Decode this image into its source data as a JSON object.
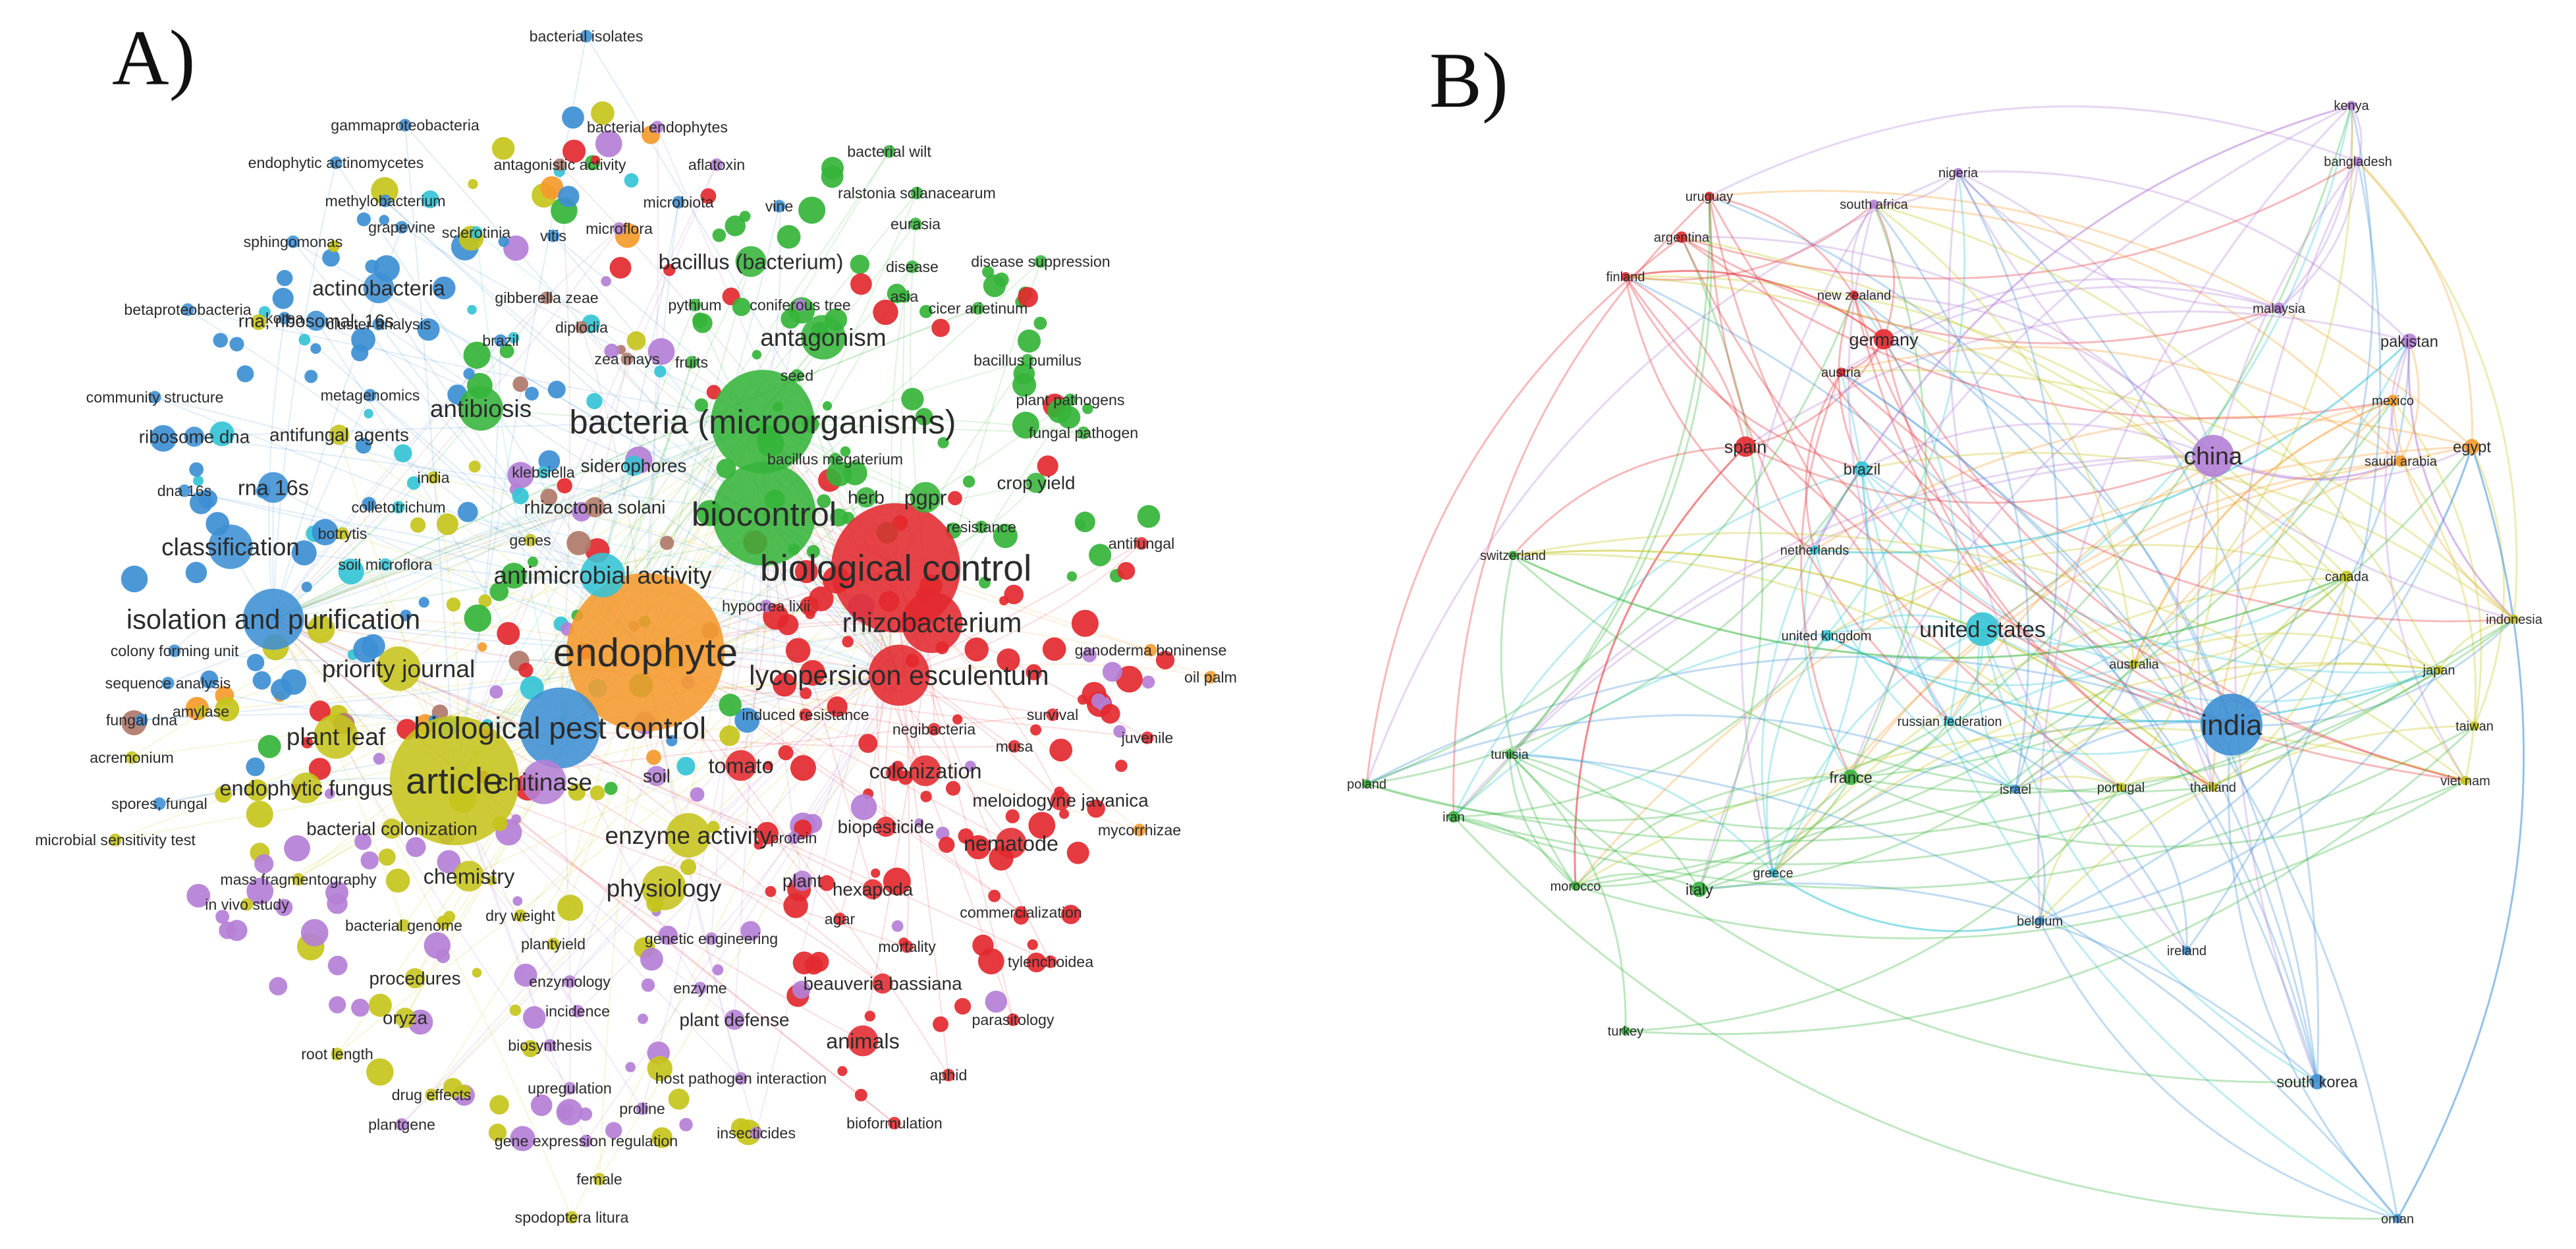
{
  "panel_a": {
    "label": "A)",
    "palette": {
      "red": "#e3292f",
      "green": "#35b43a",
      "blue": "#3d8fd4",
      "yellow": "#c5c41b",
      "purple": "#b47fd6",
      "cyan": "#35c4d6",
      "orange": "#f59a2c",
      "brown": "#b07a6a"
    },
    "nodes": [
      {
        "label": "endophyte",
        "color": "orange",
        "weight": 10
      },
      {
        "label": "biological control",
        "color": "red",
        "weight": 9
      },
      {
        "label": "biocontrol",
        "color": "green",
        "weight": 8
      },
      {
        "label": "bacteria (microorganisms)",
        "color": "green",
        "weight": 8
      },
      {
        "label": "article",
        "color": "yellow",
        "weight": 9
      },
      {
        "label": "biological pest control",
        "color": "blue",
        "weight": 7
      },
      {
        "label": "rhizobacterium",
        "color": "red",
        "weight": 6
      },
      {
        "label": "lycopersicon esculentum",
        "color": "red",
        "weight": 6
      },
      {
        "label": "isolation and purification",
        "color": "blue",
        "weight": 6
      },
      {
        "label": "classification",
        "color": "blue",
        "weight": 5
      },
      {
        "label": "priority journal",
        "color": "yellow",
        "weight": 5
      },
      {
        "label": "physiology",
        "color": "yellow",
        "weight": 5
      },
      {
        "label": "enzyme activity",
        "color": "yellow",
        "weight": 5
      },
      {
        "label": "antagonism",
        "color": "green",
        "weight": 5
      },
      {
        "label": "antibiosis",
        "color": "green",
        "weight": 5
      },
      {
        "label": "antimicrobial activity",
        "color": "cyan",
        "weight": 5
      },
      {
        "label": "plant leaf",
        "color": "yellow",
        "weight": 5
      },
      {
        "label": "chitinase",
        "color": "purple",
        "weight": 5
      },
      {
        "label": "tomato",
        "color": "red",
        "weight": 4
      },
      {
        "label": "colonization",
        "color": "red",
        "weight": 4
      },
      {
        "label": "rna 16s",
        "color": "blue",
        "weight": 4
      },
      {
        "label": "pgpr",
        "color": "green",
        "weight": 4
      },
      {
        "label": "chemistry",
        "color": "yellow",
        "weight": 4
      },
      {
        "label": "endophytic fungus",
        "color": "yellow",
        "weight": 4
      },
      {
        "label": "nematode",
        "color": "red",
        "weight": 4
      },
      {
        "label": "animals",
        "color": "red",
        "weight": 4
      },
      {
        "label": "hexapoda",
        "color": "red",
        "weight": 3
      },
      {
        "label": "actinobacteria",
        "color": "blue",
        "weight": 4
      },
      {
        "label": "bacillus (bacterium)",
        "color": "green",
        "weight": 4
      },
      {
        "label": "meloidogyne javanica",
        "color": "red",
        "weight": 3
      },
      {
        "label": "biopesticide",
        "color": "red",
        "weight": 3
      },
      {
        "label": "rna, ribosomal, 16s",
        "color": "blue",
        "weight": 3
      },
      {
        "label": "ribosome dna",
        "color": "blue",
        "weight": 3
      },
      {
        "label": "siderophores",
        "color": "cyan",
        "weight": 3
      },
      {
        "label": "rhizoctonia solani",
        "color": "brown",
        "weight": 3
      },
      {
        "label": "herb",
        "color": "green",
        "weight": 3
      },
      {
        "label": "crop yield",
        "color": "green",
        "weight": 3
      },
      {
        "label": "plant defense",
        "color": "purple",
        "weight": 3
      },
      {
        "label": "beauveria bassiana",
        "color": "red",
        "weight": 3
      },
      {
        "label": "bacterial colonization",
        "color": "yellow",
        "weight": 3
      },
      {
        "label": "antifungal agents",
        "color": "yellow",
        "weight": 3
      },
      {
        "label": "soil",
        "color": "purple",
        "weight": 3
      },
      {
        "label": "oryza",
        "color": "yellow",
        "weight": 3
      },
      {
        "label": "procedures",
        "color": "yellow",
        "weight": 3
      },
      {
        "label": "plant",
        "color": "purple",
        "weight": 3
      },
      {
        "label": "biosynthesis",
        "color": "purple",
        "weight": 2
      },
      {
        "label": "enzymology",
        "color": "purple",
        "weight": 2
      },
      {
        "label": "drug effects",
        "color": "yellow",
        "weight": 2
      },
      {
        "label": "gene expression regulation",
        "color": "purple",
        "weight": 2
      },
      {
        "label": "bacterial genome",
        "color": "yellow",
        "weight": 2
      },
      {
        "label": "dry weight",
        "color": "yellow",
        "weight": 2
      },
      {
        "label": "genetic engineering",
        "color": "purple",
        "weight": 2
      },
      {
        "label": "mortality",
        "color": "red",
        "weight": 2
      },
      {
        "label": "commercialization",
        "color": "red",
        "weight": 2
      },
      {
        "label": "tylenchoidea",
        "color": "red",
        "weight": 2
      },
      {
        "label": "parasitology",
        "color": "red",
        "weight": 2
      },
      {
        "label": "aphid",
        "color": "red",
        "weight": 2
      },
      {
        "label": "bioformulation",
        "color": "red",
        "weight": 2
      },
      {
        "label": "insecticides",
        "color": "purple",
        "weight": 2
      },
      {
        "label": "host pathogen interaction",
        "color": "purple",
        "weight": 2
      },
      {
        "label": "upregulation",
        "color": "purple",
        "weight": 2
      },
      {
        "label": "female",
        "color": "yellow",
        "weight": 2
      },
      {
        "label": "spodoptera litura",
        "color": "yellow",
        "weight": 2
      },
      {
        "label": "plantgene",
        "color": "purple",
        "weight": 2
      },
      {
        "label": "proline",
        "color": "purple",
        "weight": 2
      },
      {
        "label": "root length",
        "color": "yellow",
        "weight": 2
      },
      {
        "label": "incidence",
        "color": "purple",
        "weight": 2
      },
      {
        "label": "enzyme",
        "color": "purple",
        "weight": 2
      },
      {
        "label": "plantyield",
        "color": "yellow",
        "weight": 2
      },
      {
        "label": "in vivo study",
        "color": "yellow",
        "weight": 2
      },
      {
        "label": "mass fragmentography",
        "color": "yellow",
        "weight": 2
      },
      {
        "label": "microbial sensitivity test",
        "color": "yellow",
        "weight": 2
      },
      {
        "label": "spores, fungal",
        "color": "blue",
        "weight": 2
      },
      {
        "label": "acremonium",
        "color": "yellow",
        "weight": 2
      },
      {
        "label": "fungal dna",
        "color": "blue",
        "weight": 2
      },
      {
        "label": "amylase",
        "color": "yellow",
        "weight": 2
      },
      {
        "label": "sequence analysis",
        "color": "blue",
        "weight": 2
      },
      {
        "label": "colony forming unit",
        "color": "blue",
        "weight": 2
      },
      {
        "label": "dna 16s",
        "color": "blue",
        "weight": 2
      },
      {
        "label": "community structure",
        "color": "blue",
        "weight": 2
      },
      {
        "label": "betaproteobacteria",
        "color": "blue",
        "weight": 2
      },
      {
        "label": "korea",
        "color": "blue",
        "weight": 2
      },
      {
        "label": "cluster analysis",
        "color": "blue",
        "weight": 2
      },
      {
        "label": "sphingomonas",
        "color": "blue",
        "weight": 2
      },
      {
        "label": "grapevine",
        "color": "blue",
        "weight": 2
      },
      {
        "label": "methylobacterium",
        "color": "blue",
        "weight": 2
      },
      {
        "label": "endophytic actinomycetes",
        "color": "blue",
        "weight": 2
      },
      {
        "label": "gammaproteobacteria",
        "color": "blue",
        "weight": 2
      },
      {
        "label": "bacterial isolates",
        "color": "blue",
        "weight": 2
      },
      {
        "label": "bacterial endophytes",
        "color": "purple",
        "weight": 2
      },
      {
        "label": "antagonistic activity",
        "color": "brown",
        "weight": 2
      },
      {
        "label": "aflatoxin",
        "color": "purple",
        "weight": 2
      },
      {
        "label": "microbiota",
        "color": "blue",
        "weight": 2
      },
      {
        "label": "bacterial wilt",
        "color": "green",
        "weight": 2
      },
      {
        "label": "ralstonia solanacearum",
        "color": "green",
        "weight": 2
      },
      {
        "label": "vine",
        "color": "blue",
        "weight": 2
      },
      {
        "label": "sclerotinia",
        "color": "cyan",
        "weight": 2
      },
      {
        "label": "vitis",
        "color": "blue",
        "weight": 2
      },
      {
        "label": "microflora",
        "color": "purple",
        "weight": 2
      },
      {
        "label": "eurasia",
        "color": "green",
        "weight": 2
      },
      {
        "label": "disease",
        "color": "green",
        "weight": 2
      },
      {
        "label": "disease suppression",
        "color": "green",
        "weight": 2
      },
      {
        "label": "asia",
        "color": "green",
        "weight": 2
      },
      {
        "label": "cicer arietinum",
        "color": "green",
        "weight": 2
      },
      {
        "label": "gibberella zeae",
        "color": "brown",
        "weight": 2
      },
      {
        "label": "pythium",
        "color": "green",
        "weight": 2
      },
      {
        "label": "coniferous tree",
        "color": "purple",
        "weight": 2
      },
      {
        "label": "diplodia",
        "color": "brown",
        "weight": 2
      },
      {
        "label": "brazil",
        "color": "blue",
        "weight": 2
      },
      {
        "label": "zea mays",
        "color": "brown",
        "weight": 2
      },
      {
        "label": "fruits",
        "color": "green",
        "weight": 2
      },
      {
        "label": "bacillus pumilus",
        "color": "green",
        "weight": 2
      },
      {
        "label": "seed",
        "color": "green",
        "weight": 2
      },
      {
        "label": "plant pathogens",
        "color": "green",
        "weight": 2
      },
      {
        "label": "fungal pathogen",
        "color": "green",
        "weight": 2
      },
      {
        "label": "metagenomics",
        "color": "blue",
        "weight": 2
      },
      {
        "label": "bacillus megaterium",
        "color": "green",
        "weight": 2
      },
      {
        "label": "india",
        "color": "yellow",
        "weight": 2
      },
      {
        "label": "klebsiella",
        "color": "cyan",
        "weight": 2
      },
      {
        "label": "colletotrichum",
        "color": "cyan",
        "weight": 2
      },
      {
        "label": "botrytis",
        "color": "yellow",
        "weight": 2
      },
      {
        "label": "genes",
        "color": "yellow",
        "weight": 2
      },
      {
        "label": "soil microflora",
        "color": "cyan",
        "weight": 2
      },
      {
        "label": "resistance",
        "color": "green",
        "weight": 2
      },
      {
        "label": "antifungal",
        "color": "red",
        "weight": 2
      },
      {
        "label": "hypocrea lixii",
        "color": "purple",
        "weight": 2
      },
      {
        "label": "ganoderma boninense",
        "color": "orange",
        "weight": 2
      },
      {
        "label": "oil palm",
        "color": "orange",
        "weight": 2
      },
      {
        "label": "survival",
        "color": "red",
        "weight": 2
      },
      {
        "label": "juvenile",
        "color": "red",
        "weight": 2
      },
      {
        "label": "induced resistance",
        "color": "red",
        "weight": 2
      },
      {
        "label": "negibacteria",
        "color": "red",
        "weight": 2
      },
      {
        "label": "musa",
        "color": "red",
        "weight": 2
      },
      {
        "label": "mycorrhizae",
        "color": "orange",
        "weight": 2
      },
      {
        "label": "protein",
        "color": "purple",
        "weight": 2
      },
      {
        "label": "agar",
        "color": "red",
        "weight": 2
      }
    ]
  },
  "panel_b": {
    "label": "B)",
    "palette": {
      "red": "#e3292f",
      "green": "#35b43a",
      "blue": "#3d8fd4",
      "yellow": "#c5c41b",
      "purple": "#b47fd6",
      "cyan": "#35c4d6",
      "orange": "#f59a2c"
    },
    "nodes": [
      {
        "label": "india",
        "color": "blue",
        "weight": 10
      },
      {
        "label": "china",
        "color": "purple",
        "weight": 8
      },
      {
        "label": "united states",
        "color": "cyan",
        "weight": 7
      },
      {
        "label": "germany",
        "color": "red",
        "weight": 5
      },
      {
        "label": "spain",
        "color": "red",
        "weight": 5
      },
      {
        "label": "brazil",
        "color": "cyan",
        "weight": 4
      },
      {
        "label": "south korea",
        "color": "blue",
        "weight": 4
      },
      {
        "label": "egypt",
        "color": "orange",
        "weight": 4
      },
      {
        "label": "pakistan",
        "color": "purple",
        "weight": 4
      },
      {
        "label": "italy",
        "color": "green",
        "weight": 4
      },
      {
        "label": "france",
        "color": "green",
        "weight": 4
      },
      {
        "label": "iran",
        "color": "green",
        "weight": 3
      },
      {
        "label": "argentina",
        "color": "red",
        "weight": 3
      },
      {
        "label": "saudi arabia",
        "color": "orange",
        "weight": 3
      },
      {
        "label": "malaysia",
        "color": "purple",
        "weight": 3
      },
      {
        "label": "united kingdom",
        "color": "cyan",
        "weight": 3
      },
      {
        "label": "mexico",
        "color": "orange",
        "weight": 3
      },
      {
        "label": "canada",
        "color": "yellow",
        "weight": 3
      },
      {
        "label": "australia",
        "color": "yellow",
        "weight": 2
      },
      {
        "label": "switzerland",
        "color": "green",
        "weight": 2
      },
      {
        "label": "netherlands",
        "color": "cyan",
        "weight": 2
      },
      {
        "label": "new zealand",
        "color": "red",
        "weight": 2
      },
      {
        "label": "austria",
        "color": "red",
        "weight": 2
      },
      {
        "label": "finland",
        "color": "red",
        "weight": 2
      },
      {
        "label": "uruguay",
        "color": "red",
        "weight": 2
      },
      {
        "label": "south africa",
        "color": "purple",
        "weight": 2
      },
      {
        "label": "nigeria",
        "color": "purple",
        "weight": 2
      },
      {
        "label": "kenya",
        "color": "purple",
        "weight": 2
      },
      {
        "label": "bangladesh",
        "color": "purple",
        "weight": 2
      },
      {
        "label": "indonesia",
        "color": "yellow",
        "weight": 2
      },
      {
        "label": "japan",
        "color": "yellow",
        "weight": 2
      },
      {
        "label": "taiwan",
        "color": "yellow",
        "weight": 2
      },
      {
        "label": "viet nam",
        "color": "yellow",
        "weight": 2
      },
      {
        "label": "thailand",
        "color": "yellow",
        "weight": 2
      },
      {
        "label": "portugal",
        "color": "yellow",
        "weight": 2
      },
      {
        "label": "israel",
        "color": "blue",
        "weight": 2
      },
      {
        "label": "russian federation",
        "color": "cyan",
        "weight": 2
      },
      {
        "label": "tunisia",
        "color": "green",
        "weight": 2
      },
      {
        "label": "poland",
        "color": "green",
        "weight": 2
      },
      {
        "label": "morocco",
        "color": "green",
        "weight": 2
      },
      {
        "label": "greece",
        "color": "cyan",
        "weight": 2
      },
      {
        "label": "belgium",
        "color": "blue",
        "weight": 2
      },
      {
        "label": "ireland",
        "color": "blue",
        "weight": 2
      },
      {
        "label": "turkey",
        "color": "green",
        "weight": 2
      },
      {
        "label": "oman",
        "color": "blue",
        "weight": 2
      }
    ]
  }
}
